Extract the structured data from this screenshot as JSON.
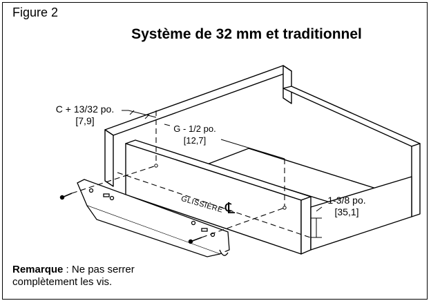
{
  "figure": {
    "label": "Figure 2",
    "title": "Système de 32 mm et traditionnel"
  },
  "dimensions": {
    "c_offset": {
      "imperial": "C + 13/32 po.",
      "metric": "[7,9]"
    },
    "g_offset": {
      "imperial": "G - 1/2 po.",
      "metric": "[12,7]"
    },
    "height": {
      "imperial": "1-3/8 po.",
      "metric": "[35,1]"
    }
  },
  "labels": {
    "slide": "GLISSIÈRE",
    "centerline": "℄"
  },
  "note": {
    "bold": "Remarque",
    "text_line1": " : Ne pas serrer",
    "text_line2": "complètement les vis."
  },
  "colors": {
    "line": "#000000",
    "panel_fill": "#ffffff"
  }
}
